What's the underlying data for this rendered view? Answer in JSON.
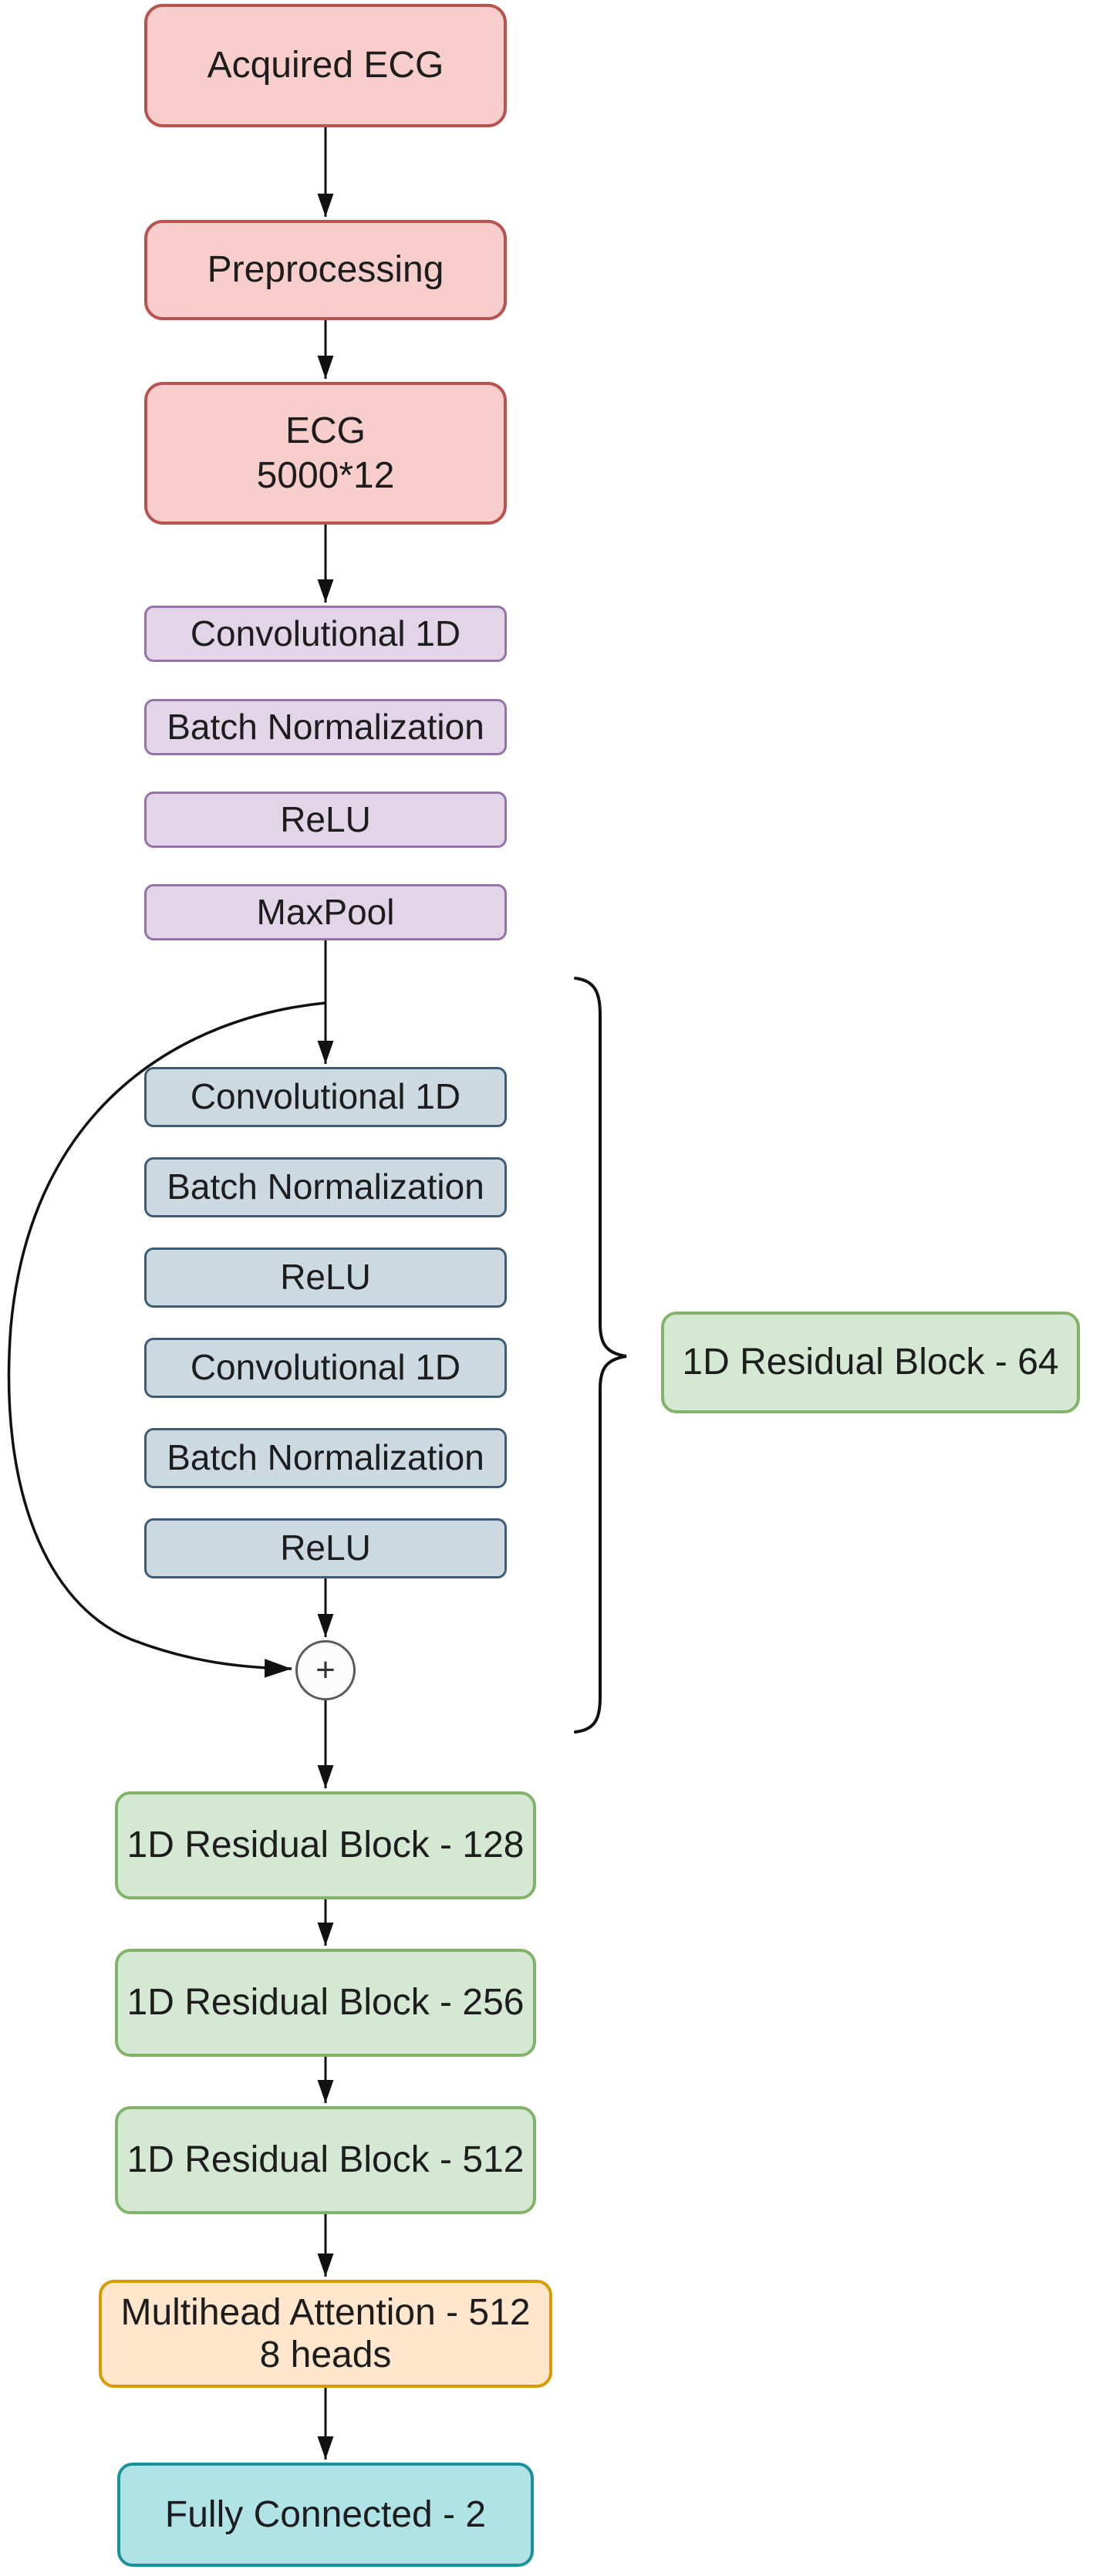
{
  "figure": {
    "background": "#ffffff",
    "nodes": {
      "acquired_ecg": {
        "label": "Acquired ECG"
      },
      "preprocessing": {
        "label": "Preprocessing"
      },
      "ecg_dims": {
        "lines": [
          "ECG",
          "5000*12"
        ]
      },
      "conv1d_stem": {
        "label": "Convolutional 1D"
      },
      "batchnorm_stem": {
        "label": "Batch Normalization"
      },
      "relu_stem": {
        "label": "ReLU"
      },
      "maxpool": {
        "label": "MaxPool"
      },
      "conv1d_res1": {
        "label": "Convolutional 1D"
      },
      "batchnorm_res1": {
        "label": "Batch Normalization"
      },
      "relu_res1": {
        "label": "ReLU"
      },
      "conv1d_res2": {
        "label": "Convolutional 1D"
      },
      "batchnorm_res2": {
        "label": "Batch Normalization"
      },
      "relu_res2": {
        "label": "ReLU"
      },
      "sum": {
        "label": "+"
      },
      "residual_block_label": {
        "label": "1D Residual Block - 64"
      },
      "res_block_128": {
        "label": "1D Residual Block - 128"
      },
      "res_block_256": {
        "label": "1D Residual Block - 256"
      },
      "res_block_512": {
        "label": "1D Residual Block - 512"
      },
      "attention": {
        "lines": [
          "Multihead Attention - 512",
          "8 heads"
        ]
      },
      "fully_connected": {
        "label": "Fully Connected - 2"
      }
    },
    "colors": {
      "input_fill": "#f8cecc",
      "input_stroke": "#b85450",
      "stem_fill": "#e1d5e7",
      "stem_stroke": "#9673a6",
      "residual_fill": "#ccd9e1",
      "residual_stroke": "#3f5c73",
      "block_fill": "#d5e8d4",
      "block_stroke": "#82b366",
      "attention_fill": "#ffe6cc",
      "attention_stroke": "#d79b00",
      "output_fill": "#b0e3e6",
      "output_stroke": "#18919b",
      "edge": "#111111",
      "text": "#1d1d1d"
    }
  }
}
